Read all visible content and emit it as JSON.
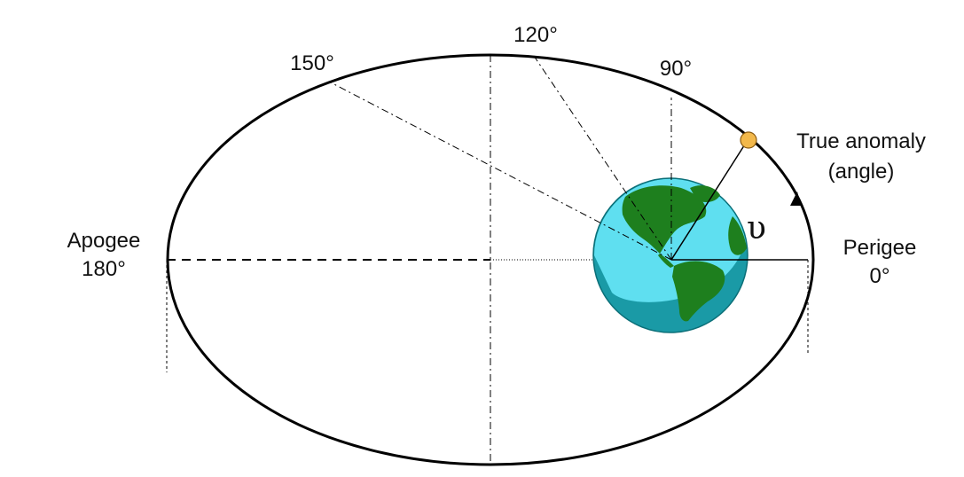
{
  "labels": {
    "deg150": "150°",
    "deg120": "120°",
    "deg90": "90°",
    "true_anomaly_line1": "True anomaly",
    "true_anomaly_line2": "(angle)",
    "nu_symbol": "υ",
    "apogee": "Apogee",
    "apogee_deg": "180°",
    "perigee": "Perigee",
    "perigee_deg": "0°"
  },
  "colors": {
    "orbit": "#000000",
    "ocean_light": "#5fdff0",
    "ocean_dark": "#1a9aa6",
    "land": "#1e7f1e",
    "satellite": "#f2b84b",
    "satellite_stroke": "#8a5a10"
  }
}
